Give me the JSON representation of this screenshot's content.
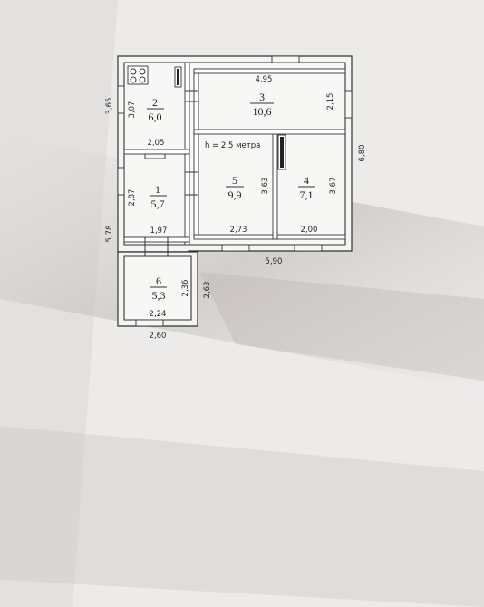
{
  "height_note": "h = 2,5 метра",
  "rooms": [
    {
      "number": "1",
      "area": "5,7"
    },
    {
      "number": "2",
      "area": "6,0"
    },
    {
      "number": "3",
      "area": "10,6"
    },
    {
      "number": "4",
      "area": "7,1"
    },
    {
      "number": "5",
      "area": "9,9"
    },
    {
      "number": "6",
      "area": "5,3"
    }
  ],
  "dimensions": {
    "kitchen_depth_outer": "3,65",
    "kitchen_depth_inner": "3,07",
    "kitchen_width": "2,05",
    "room3_width": "4,95",
    "room3_depth": "2,15",
    "total_depth_right": "6,80",
    "hall_depth": "2,87",
    "hall_width": "1,97",
    "left_total": "5,78",
    "room5_width": "2,73",
    "room5_depth": "3,63",
    "room4_width": "2,00",
    "room4_depth": "3,67",
    "main_width": "5,90",
    "porch_inner_depth": "2,36",
    "porch_outer_depth": "2,63",
    "porch_inner_width": "2,24",
    "porch_outer_width": "2,60"
  }
}
